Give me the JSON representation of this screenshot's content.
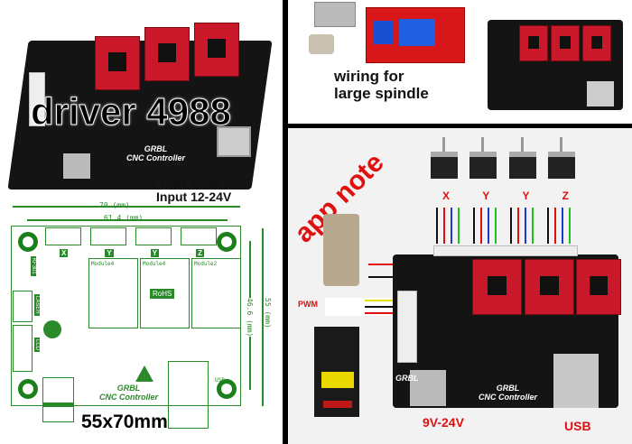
{
  "left_top": {
    "title": "driver 4988",
    "board_label": "GRBL",
    "board_sub": "CNC Controller",
    "usb_note_line1": "+ USB cable",
    "usb_note_line2": "Input 12-24V"
  },
  "diagram": {
    "dim_width": "70 (mm)",
    "dim_inner": "61.4 (mm)",
    "dim_height": "55 (mm)",
    "dim_inner_h": "46.6 (mm)",
    "axes": [
      "X",
      "Y",
      "Y",
      "Z"
    ],
    "modules": [
      "Module4",
      "Module4",
      "Module2"
    ],
    "side_labels": [
      "KF301",
      "LASER",
      "LCD"
    ],
    "rohs": "RoHS",
    "usb": "USB",
    "title": "GRBL",
    "subtitle": "CNC Controller",
    "size_caption": "55x70mm"
  },
  "right_top": {
    "caption_line1": "wiring for",
    "caption_line2": "large spindle"
  },
  "right_bottom": {
    "title": "app note",
    "axes": [
      "X",
      "Y",
      "Y",
      "Z"
    ],
    "pwm": "PWM",
    "power": "9V-24V",
    "usb": "USB",
    "board_label": "GRBL",
    "board_title": "GRBL",
    "board_sub": "CNC Controller",
    "wire_colors": [
      "#111111",
      "#e01010",
      "#1a3ad0",
      "#20c020"
    ]
  }
}
